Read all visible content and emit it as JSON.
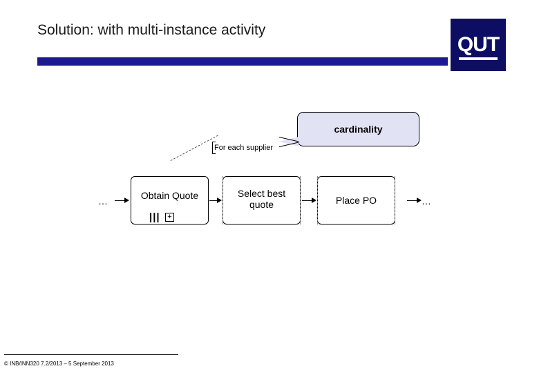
{
  "slide": {
    "title": "Solution: with multi-instance activity",
    "logo": {
      "text": "QUT"
    },
    "footer": "© INB/INN320 7.2/2013 – 5 September 2013"
  },
  "diagram": {
    "callout": {
      "label": "cardinality"
    },
    "annotation": {
      "for_each_label": "For each supplier"
    },
    "tasks": [
      {
        "label": "Obtain Quote",
        "markers": {
          "multi_instance": "|||",
          "subprocess": "+"
        }
      },
      {
        "label": "Select best quote",
        "markers": {}
      },
      {
        "label": "Place PO",
        "markers": {}
      }
    ],
    "flow": {
      "left_ellipsis": "…",
      "right_ellipsis": "…"
    }
  }
}
